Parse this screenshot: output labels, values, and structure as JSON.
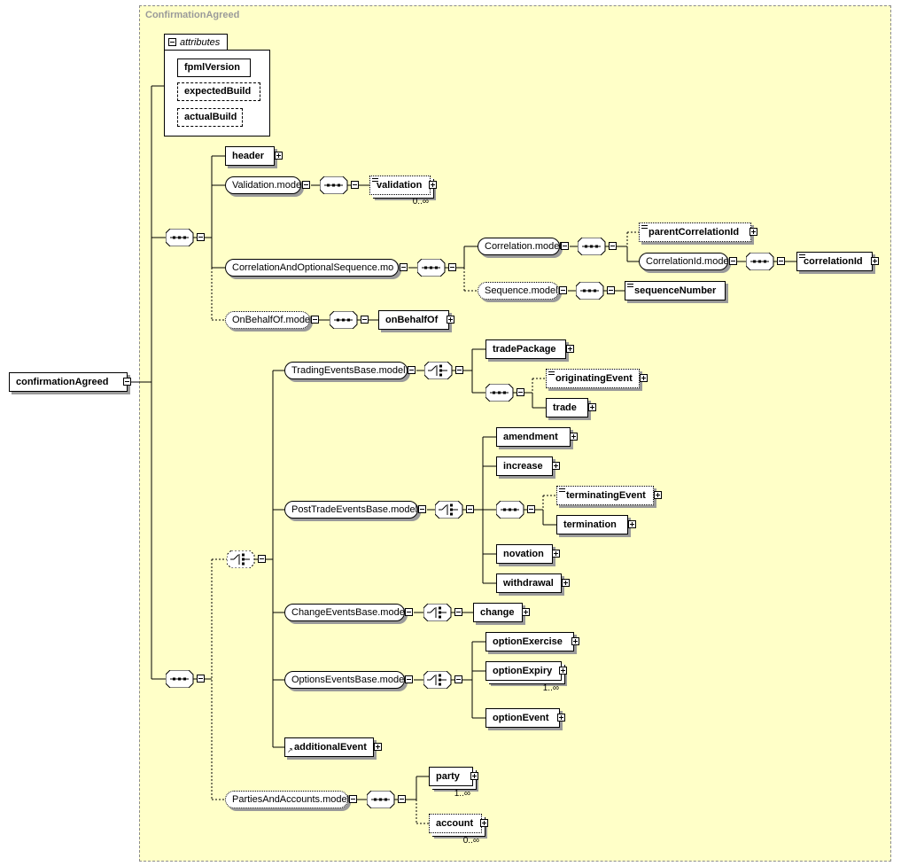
{
  "frame": {
    "title": "ConfirmationAgreed"
  },
  "root": {
    "label": "confirmationAgreed"
  },
  "attributes": {
    "tab_label": "attributes",
    "items": [
      "fpmlVersion",
      "expectedBuild",
      "actualBuild"
    ]
  },
  "seq1": {
    "header": "header",
    "validation_model": "Validation.model",
    "validation": "validation",
    "validation_card": "0..∞",
    "corr_opt_seq_model": "CorrelationAndOptionalSequence.mo",
    "correlation_model": "Correlation.model",
    "parent_correlation_id": "parentCorrelationId",
    "correlation_id_model": "CorrelationId.model",
    "correlation_id": "correlationId",
    "sequence_model": "Sequence.model",
    "sequence_number": "sequenceNumber",
    "on_behalf_of_model": "OnBehalfOf.model",
    "on_behalf_of": "onBehalfOf"
  },
  "events": {
    "trading_model": "TradingEventsBase.model",
    "trade_package": "tradePackage",
    "originating_event": "originatingEvent",
    "trade": "trade",
    "post_trade_model": "PostTradeEventsBase.model",
    "amendment": "amendment",
    "increase": "increase",
    "terminating_event": "terminatingEvent",
    "termination": "termination",
    "novation": "novation",
    "withdrawal": "withdrawal",
    "change_model": "ChangeEventsBase.model",
    "change": "change",
    "options_model": "OptionsEventsBase.model",
    "option_exercise": "optionExercise",
    "option_expiry": "optionExpiry",
    "option_expiry_card": "1..∞",
    "option_event": "optionEvent",
    "additional_event": "additionalEvent"
  },
  "parties": {
    "model": "PartiesAndAccounts.model",
    "party": "party",
    "party_card": "1..∞",
    "account": "account",
    "account_card": "0..∞"
  }
}
